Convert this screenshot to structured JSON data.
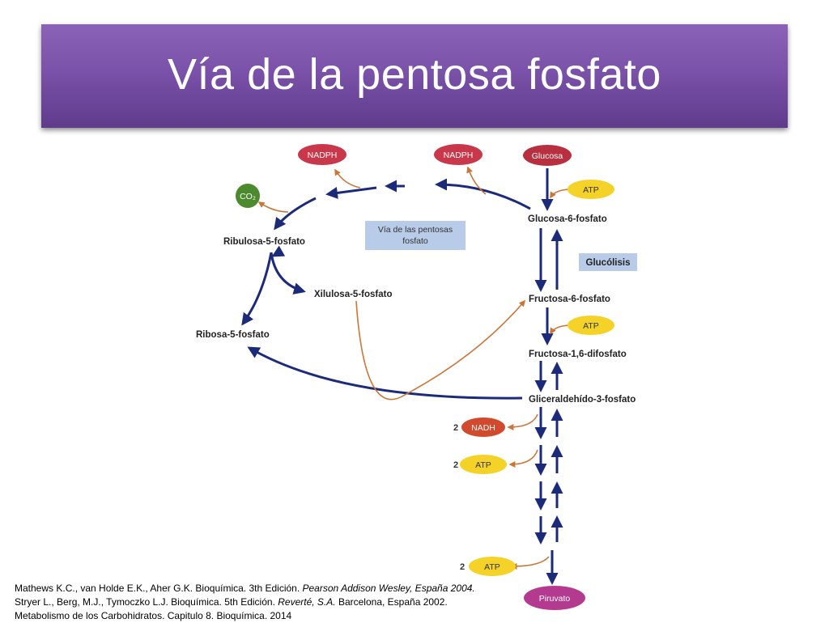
{
  "title": "Vía de la pentosa fosfato",
  "diagram": {
    "ovals": {
      "nadph1": "NADPH",
      "nadph2": "NADPH",
      "glucosa": "Glucosa",
      "co2": "CO₂",
      "atp1": "ATP",
      "atp2": "ATP",
      "nadh": "NADH",
      "atp3": "ATP",
      "atp4": "ATP",
      "piruvato": "Piruvato"
    },
    "counts": {
      "nadh": "2",
      "atp3": "2",
      "atp4": "2"
    },
    "nodes": {
      "glucosa6f": "Glucosa-6-fosfato",
      "fructosa6f": "Fructosa-6-fosfato",
      "fructosa16": "Fructosa-1,6-difosfato",
      "gliceraldehido": "Gliceraldehído-3-fosfato",
      "ribulosa": "Ribulosa-5-fosfato",
      "xilulosa": "Xilulosa-5-fosfato",
      "ribosa": "Ribosa-5-fosfato"
    },
    "boxes": {
      "pentosas_line1": "Vía de las pentosas",
      "pentosas_line2": "fosfato",
      "glucolisis": "Glucólisis"
    },
    "colors": {
      "nadph": "#c8384a",
      "glucosa": "#b8303f",
      "co2": "#4c8a2e",
      "atp": "#f5d228",
      "nadh": "#d24a2e",
      "piruvato": "#b33a8e",
      "arrow_main": "#1c2a7a",
      "arrow_side": "#c8773a",
      "box_blue": "#b8cbe8"
    }
  },
  "references": [
    {
      "normal": "Mathews K.C., van Holde E.K., Aher G.K. Bioquímica. 3th Edición. ",
      "italic": "Pearson Addison Wesley, España 2004.",
      "tail": ""
    },
    {
      "normal": "Stryer L., Berg, M.J., Tymoczko L.J. Bioquímica. 5th Edición. ",
      "italic": "Reverté, S.A.",
      "tail": " Barcelona, España 2002."
    },
    {
      "normal": "Metabolismo de los Carbohidratos. Capitulo 8. Bioquímica. 2014",
      "italic": "",
      "tail": ""
    }
  ]
}
